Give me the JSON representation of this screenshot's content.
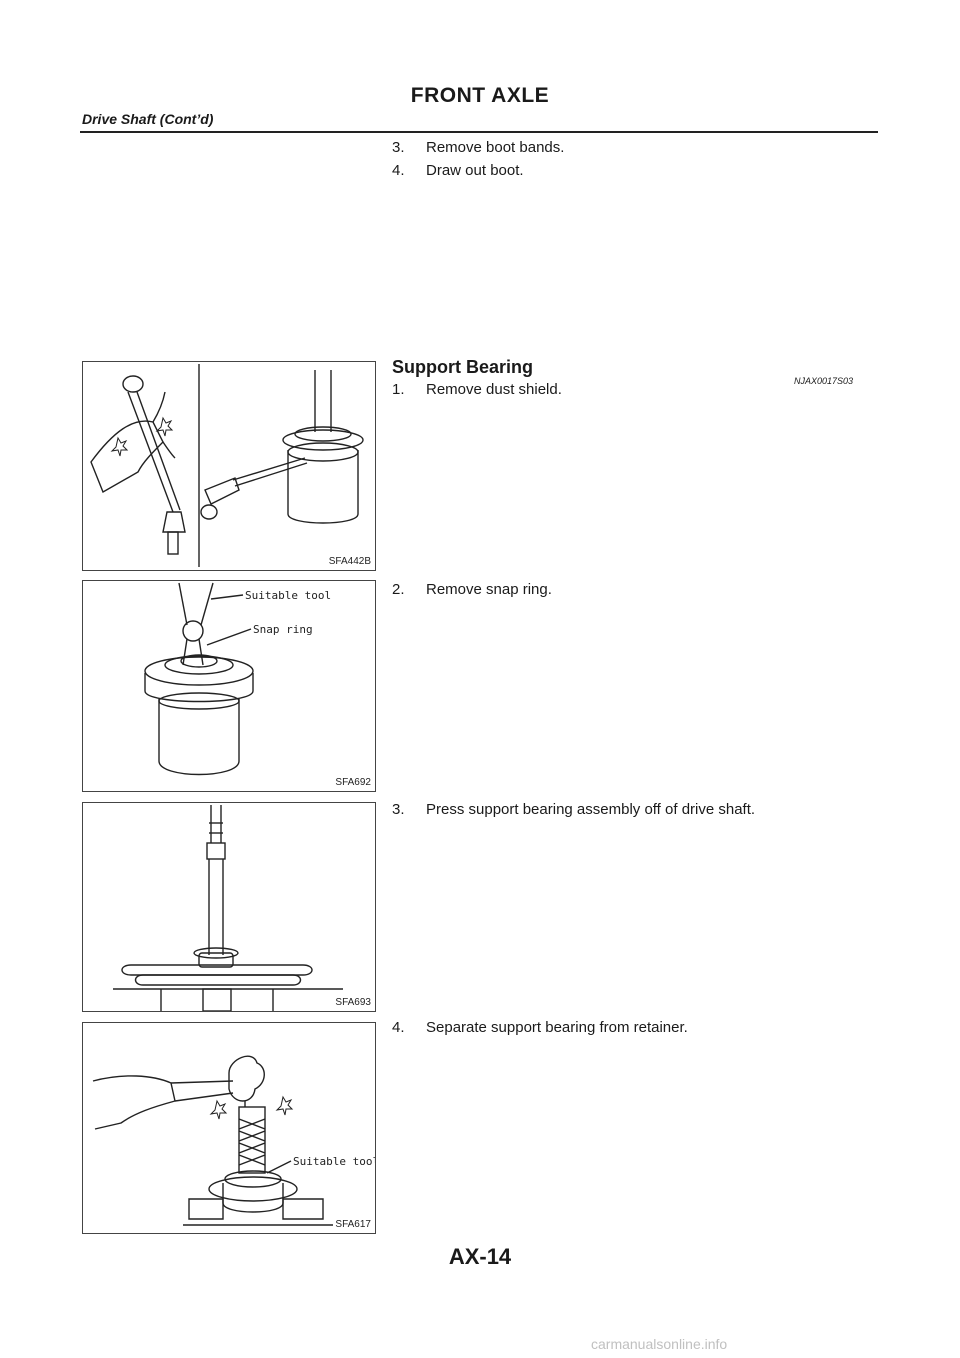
{
  "header": {
    "title": "FRONT AXLE",
    "subtitle": "Drive Shaft (Cont’d)"
  },
  "steps_top": [
    {
      "num": "3.",
      "text": "Remove boot bands."
    },
    {
      "num": "4.",
      "text": "Draw out boot."
    }
  ],
  "section": {
    "title": "Support Bearing",
    "code": "NJAX0017S03"
  },
  "steps": [
    {
      "num": "1.",
      "text": "Remove dust shield."
    },
    {
      "num": "2.",
      "text": "Remove snap ring."
    },
    {
      "num": "3.",
      "text": "Press support bearing assembly off of drive shaft."
    },
    {
      "num": "4.",
      "text": "Separate support bearing from retainer."
    }
  ],
  "figures": [
    {
      "label": "SFA442B",
      "callouts": []
    },
    {
      "label": "SFA692",
      "callouts": [
        "Suitable tool",
        "Snap ring"
      ]
    },
    {
      "label": "SFA693",
      "callouts": []
    },
    {
      "label": "SFA617",
      "callouts": [
        "Suitable tool"
      ]
    }
  ],
  "footer": {
    "page": "AX-14"
  },
  "watermark": "carmanualsonline.info"
}
